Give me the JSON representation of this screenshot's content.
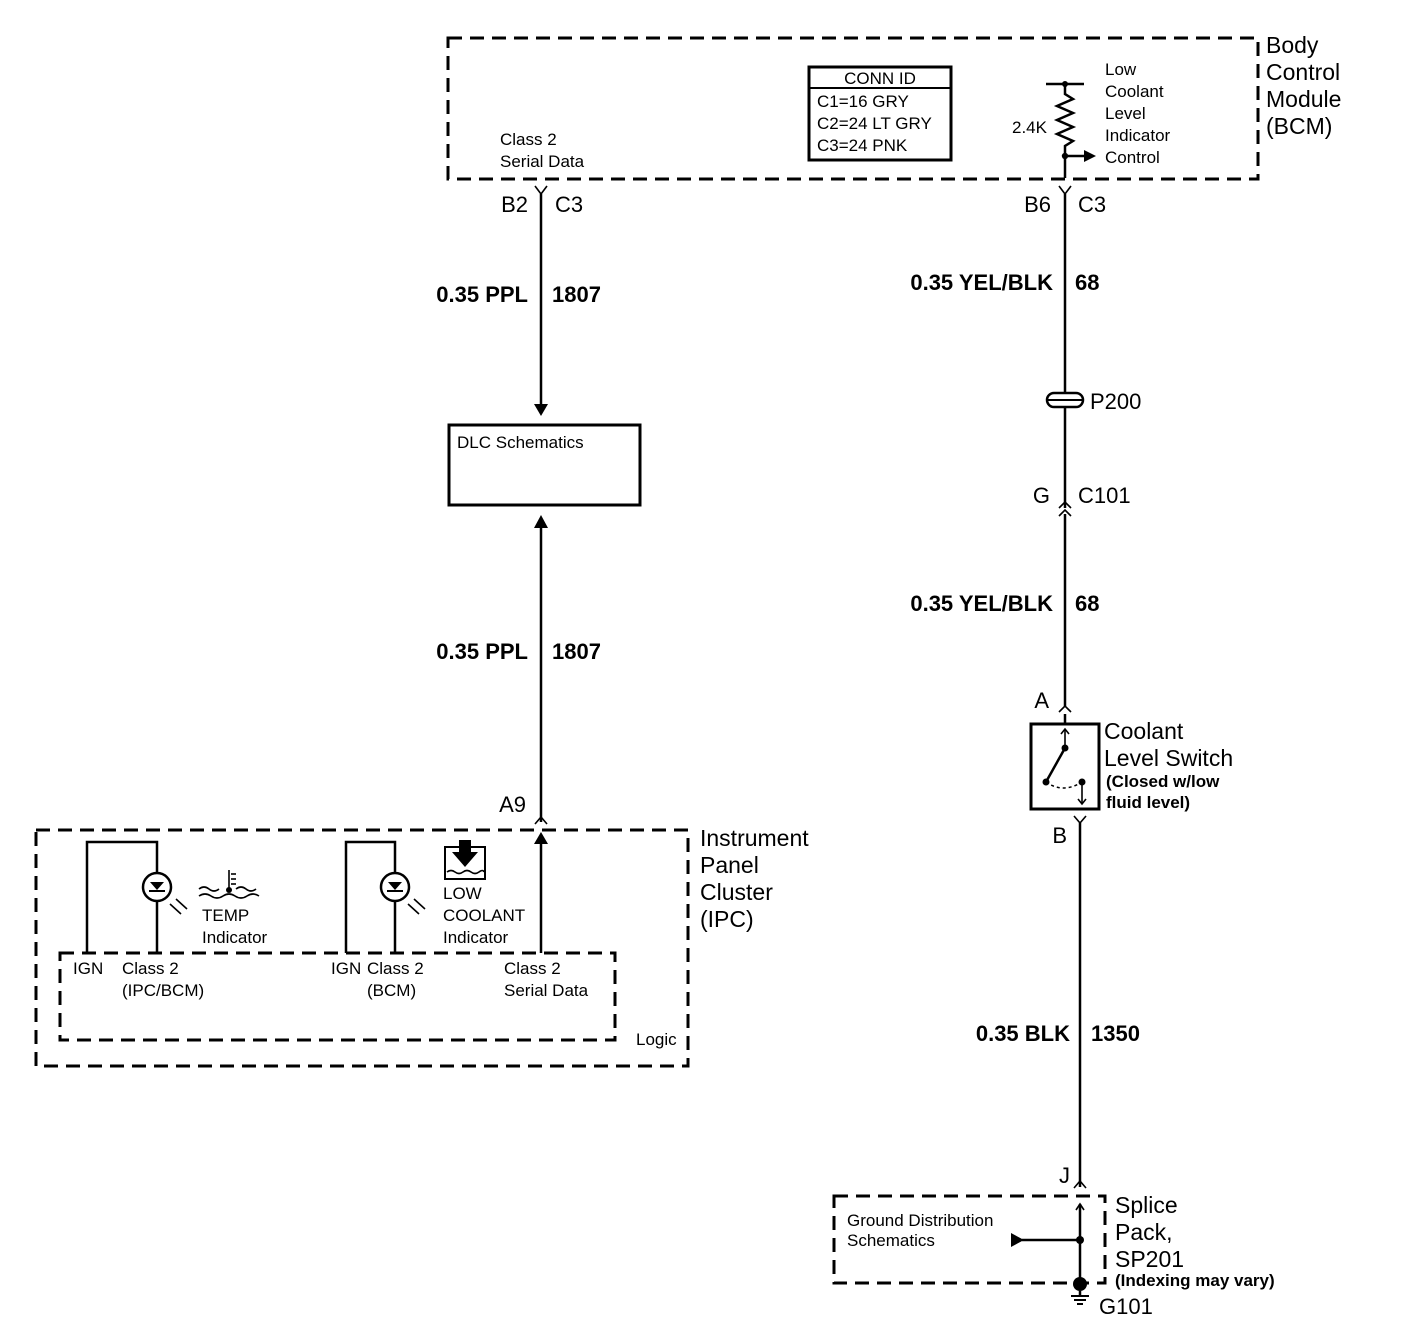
{
  "bcm": {
    "title_lines": [
      "Body",
      "Control",
      "Module",
      "(BCM)"
    ],
    "serial_label_lines": [
      "Class 2",
      "Serial Data"
    ],
    "conn_id": {
      "header": "CONN ID",
      "rows": [
        "C1=16 GRY",
        "C2=24 LT GRY",
        "C3=24 PNK"
      ]
    },
    "resistor": "2.4K",
    "indicator_lines": [
      "Low",
      "Coolant",
      "Level",
      "Indicator",
      "Control"
    ],
    "pin_left": "B2",
    "conn_left": "C3",
    "pin_right": "B6",
    "conn_right": "C3"
  },
  "wires": {
    "bcm_dlc": {
      "gauge": "0.35 PPL",
      "circuit": "1807"
    },
    "dlc_ipc": {
      "gauge": "0.35 PPL",
      "circuit": "1807"
    },
    "bcm_p200": {
      "gauge": "0.35 YEL/BLK",
      "circuit": "68"
    },
    "c101_switch": {
      "gauge": "0.35 YEL/BLK",
      "circuit": "68"
    },
    "switch_ground": {
      "gauge": "0.35 BLK",
      "circuit": "1350"
    }
  },
  "dlc": {
    "label": "DLC Schematics"
  },
  "p200": {
    "label": "P200"
  },
  "c101": {
    "pin": "G",
    "label": "C101"
  },
  "switch": {
    "pin_a": "A",
    "pin_b": "B",
    "title_lines": [
      "Coolant",
      "Level Switch"
    ],
    "note_lines": [
      "(Closed w/low",
      "fluid level)"
    ]
  },
  "ipc": {
    "pin": "A9",
    "title_lines": [
      "Instrument",
      "Panel",
      "Cluster",
      "(IPC)"
    ],
    "temp_lines": [
      "TEMP",
      "Indicator"
    ],
    "coolant_lines": [
      "LOW",
      "COOLANT",
      "Indicator"
    ],
    "logic": {
      "label": "Logic",
      "ign1": "IGN",
      "class2_ipc_lines": [
        "Class 2",
        "(IPC/BCM)"
      ],
      "ign2": "IGN",
      "class2_bcm_lines": [
        "Class 2",
        "(BCM)"
      ],
      "serial_lines": [
        "Class 2",
        "Serial Data"
      ]
    }
  },
  "splice": {
    "pin": "J",
    "title_lines": [
      "Splice",
      "Pack,",
      "SP201"
    ],
    "note": "(Indexing may vary)",
    "ground_dist_lines": [
      "Ground Distribution",
      "Schematics"
    ],
    "ground": "G101"
  }
}
